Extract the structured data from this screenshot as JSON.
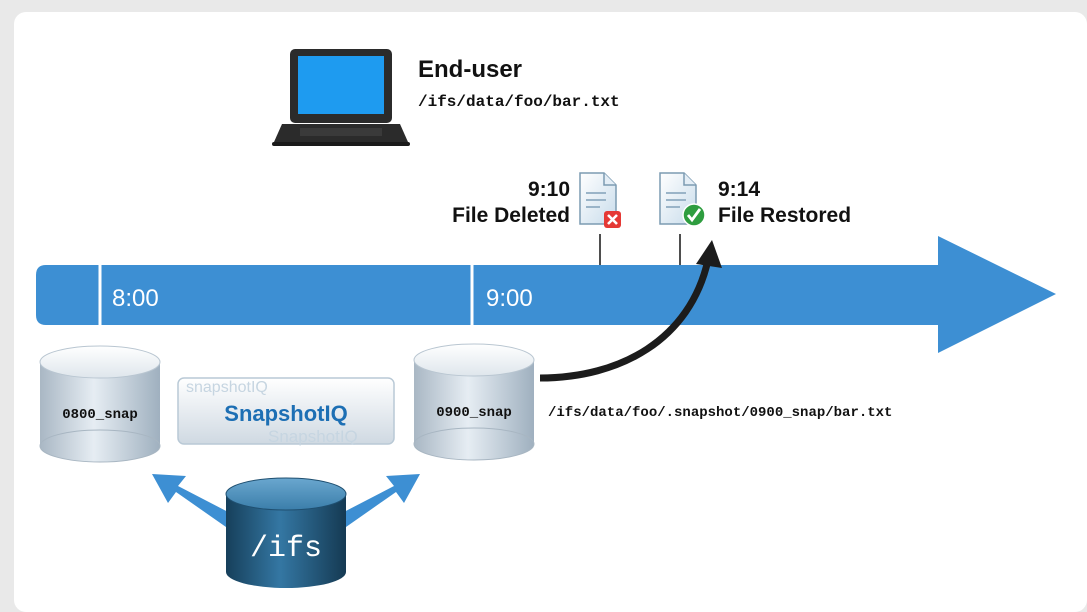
{
  "colors": {
    "timeline_blue": "#3d8fd3",
    "arrow_blue": "#3d8fd3",
    "laptop_screen": "#2196f3",
    "laptop_body": "#2b2b2b",
    "cylinder_grey": "#c9d3dc",
    "cylinder_dark": "#245f84",
    "delete_red": "#e53935",
    "restore_green": "#2e9d3f"
  },
  "user": {
    "title": "End-user",
    "path": "/ifs/data/foo/bar.txt",
    "icon": "laptop-icon"
  },
  "events": {
    "deleted": {
      "time": "9:10",
      "label": "File Deleted",
      "icon": "file-deleted-icon"
    },
    "restored": {
      "time": "9:14",
      "label": "File Restored",
      "icon": "file-restored-icon"
    }
  },
  "timeline": {
    "ticks": [
      "8:00",
      "9:00"
    ]
  },
  "snapshots": {
    "snap_0800": "0800_snap",
    "snap_0900": "0900_snap",
    "snapshot_path": "/ifs/data/foo/.snapshot/0900_snap/bar.txt"
  },
  "product": {
    "label": "SnapshotIQ",
    "watermark_top": "snapshotIQ",
    "watermark_bottom": "SnapshotIQ"
  },
  "source": {
    "label": "/ifs"
  }
}
